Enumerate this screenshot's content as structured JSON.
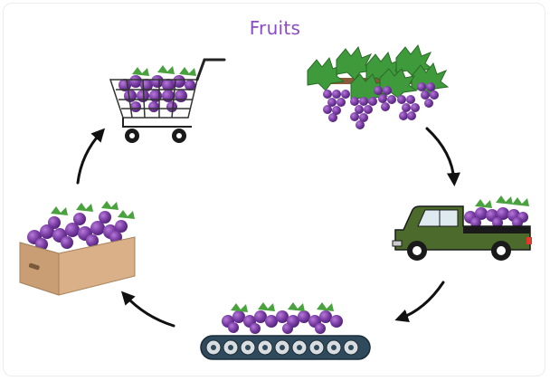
{
  "title": "Fruits",
  "colors": {
    "title": "#8a4bc4",
    "grape": "#7b3fa6",
    "grape_dark": "#4e1f73",
    "leaf": "#3f9a3b",
    "truck": "#4b6a2c",
    "box": "#d9b087",
    "conveyor": "#2f4a5c"
  },
  "stages": [
    {
      "name": "vineyard",
      "icon": "grape-vine-icon"
    },
    {
      "name": "transport",
      "icon": "pickup-truck-icon"
    },
    {
      "name": "processing",
      "icon": "conveyor-belt-icon"
    },
    {
      "name": "packing",
      "icon": "cardboard-box-icon"
    },
    {
      "name": "retail",
      "icon": "shopping-cart-icon"
    }
  ]
}
